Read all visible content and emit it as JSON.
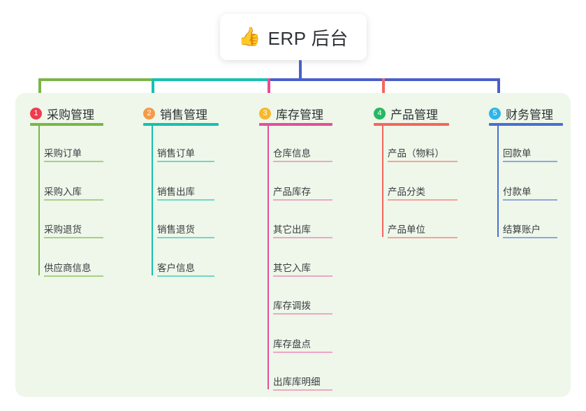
{
  "diagram": {
    "title": "ERP 后台",
    "root": {
      "icon": "thumbs-up-icon",
      "emoji": "👍",
      "label": "ERP 后台"
    },
    "panel_color": "#eef7e9",
    "branches": [
      {
        "number": "1",
        "label": "采购管理",
        "badge_color": "#ef3b4e",
        "line_color": "#7ab648",
        "light_line_color": "#a9cf85",
        "connector_color": "#7ab648",
        "items": [
          "采购订单",
          "采购入库",
          "采购退货",
          "供应商信息"
        ]
      },
      {
        "number": "2",
        "label": "销售管理",
        "badge_color": "#f59a4a",
        "line_color": "#16c0b0",
        "light_line_color": "#73d6cc",
        "connector_color": "#16c0b0",
        "items": [
          "销售订单",
          "销售出库",
          "销售退货",
          "客户信息"
        ]
      },
      {
        "number": "3",
        "label": "库存管理",
        "badge_color": "#f8b82a",
        "line_color": "#e0509b",
        "light_line_color": "#eca7c8",
        "connector_color": "#ec4a92",
        "items": [
          "仓库信息",
          "产品库存",
          "其它出库",
          "其它入库",
          "库存调拨",
          "库存盘点",
          "出库库明细"
        ]
      },
      {
        "number": "4",
        "label": "产品管理",
        "badge_color": "#25b862",
        "line_color": "#f4655f",
        "light_line_color": "#f7a19c",
        "connector_color": "#f4655f",
        "items": [
          "产品（物料）",
          "产品分类",
          "产品单位"
        ]
      },
      {
        "number": "5",
        "label": "财务管理",
        "badge_color": "#2fb5e8",
        "line_color": "#4a6fd0",
        "light_line_color": "#8fa6e0",
        "connector_color": "#4a5fc9",
        "items": [
          "回款单",
          "付款单",
          "结算账户"
        ]
      }
    ]
  }
}
